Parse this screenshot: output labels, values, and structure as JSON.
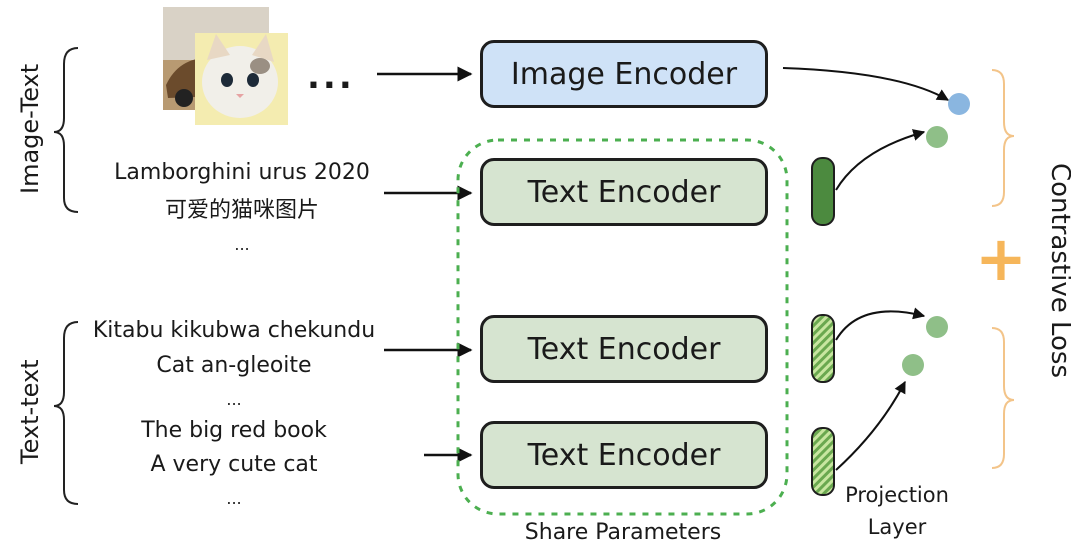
{
  "groups": {
    "image_text": "Image-Text",
    "text_text": "Text-text"
  },
  "inputs": {
    "image_ellipsis": "...",
    "it_line1": "Lamborghini urus 2020",
    "it_line2": "可爱的猫咪图片",
    "it_ellipsis": "...",
    "tt_a_line1": "Kitabu kikubwa chekundu",
    "tt_a_line2": "Cat an-gleoite",
    "tt_a_ellipsis": "...",
    "tt_b_line1": "The big red book",
    "tt_b_line2": "A very cute cat",
    "tt_b_ellipsis": "..."
  },
  "encoders": {
    "image": "Image Encoder",
    "text1": "Text Encoder",
    "text2": "Text Encoder",
    "text3": "Text Encoder"
  },
  "labels": {
    "share_parameters": "Share Parameters",
    "projection_line1": "Projection",
    "projection_line2": "Layer",
    "loss": "Contrastive Loss",
    "plus": "+"
  },
  "colors": {
    "image_encoder_fill": "#cfe2f7",
    "text_encoder_fill": "#d6e4d0",
    "share_border": "#4caf50",
    "projection_solid": "#4c8a3f",
    "projection_hatch": "#8bc34a",
    "dot_blue": "#8ab6e0",
    "dot_green": "#8fbf88",
    "loss_brace": "#f3c489",
    "plus": "#f6b65a"
  }
}
